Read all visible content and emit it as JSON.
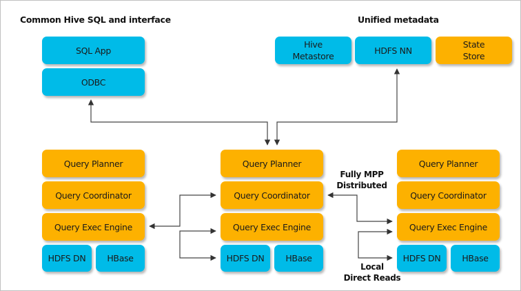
{
  "headings": {
    "left": "Common Hive SQL and interface",
    "right": "Unified metadata"
  },
  "client_stack": {
    "sql_app": "SQL App",
    "odbc": "ODBC"
  },
  "metadata": {
    "hive_metastore": "Hive\nMetastore",
    "hdfs_nn": "HDFS NN",
    "state_store": "State\nStore"
  },
  "nodes": [
    {
      "query_planner": "Query Planner",
      "query_coordinator": "Query Coordinator",
      "query_exec_engine": "Query Exec Engine",
      "hdfs_dn": "HDFS DN",
      "hbase": "HBase"
    },
    {
      "query_planner": "Query Planner",
      "query_coordinator": "Query Coordinator",
      "query_exec_engine": "Query Exec Engine",
      "hdfs_dn": "HDFS DN",
      "hbase": "HBase"
    },
    {
      "query_planner": "Query Planner",
      "query_coordinator": "Query Coordinator",
      "query_exec_engine": "Query Exec Engine",
      "hdfs_dn": "HDFS DN",
      "hbase": "HBase"
    }
  ],
  "annotations": {
    "mpp": "Fully MPP\nDistributed",
    "local_reads": "Local\nDirect Reads"
  },
  "colors": {
    "blue": "#00bbe8",
    "orange": "#fdb100",
    "connector": "#333333"
  }
}
